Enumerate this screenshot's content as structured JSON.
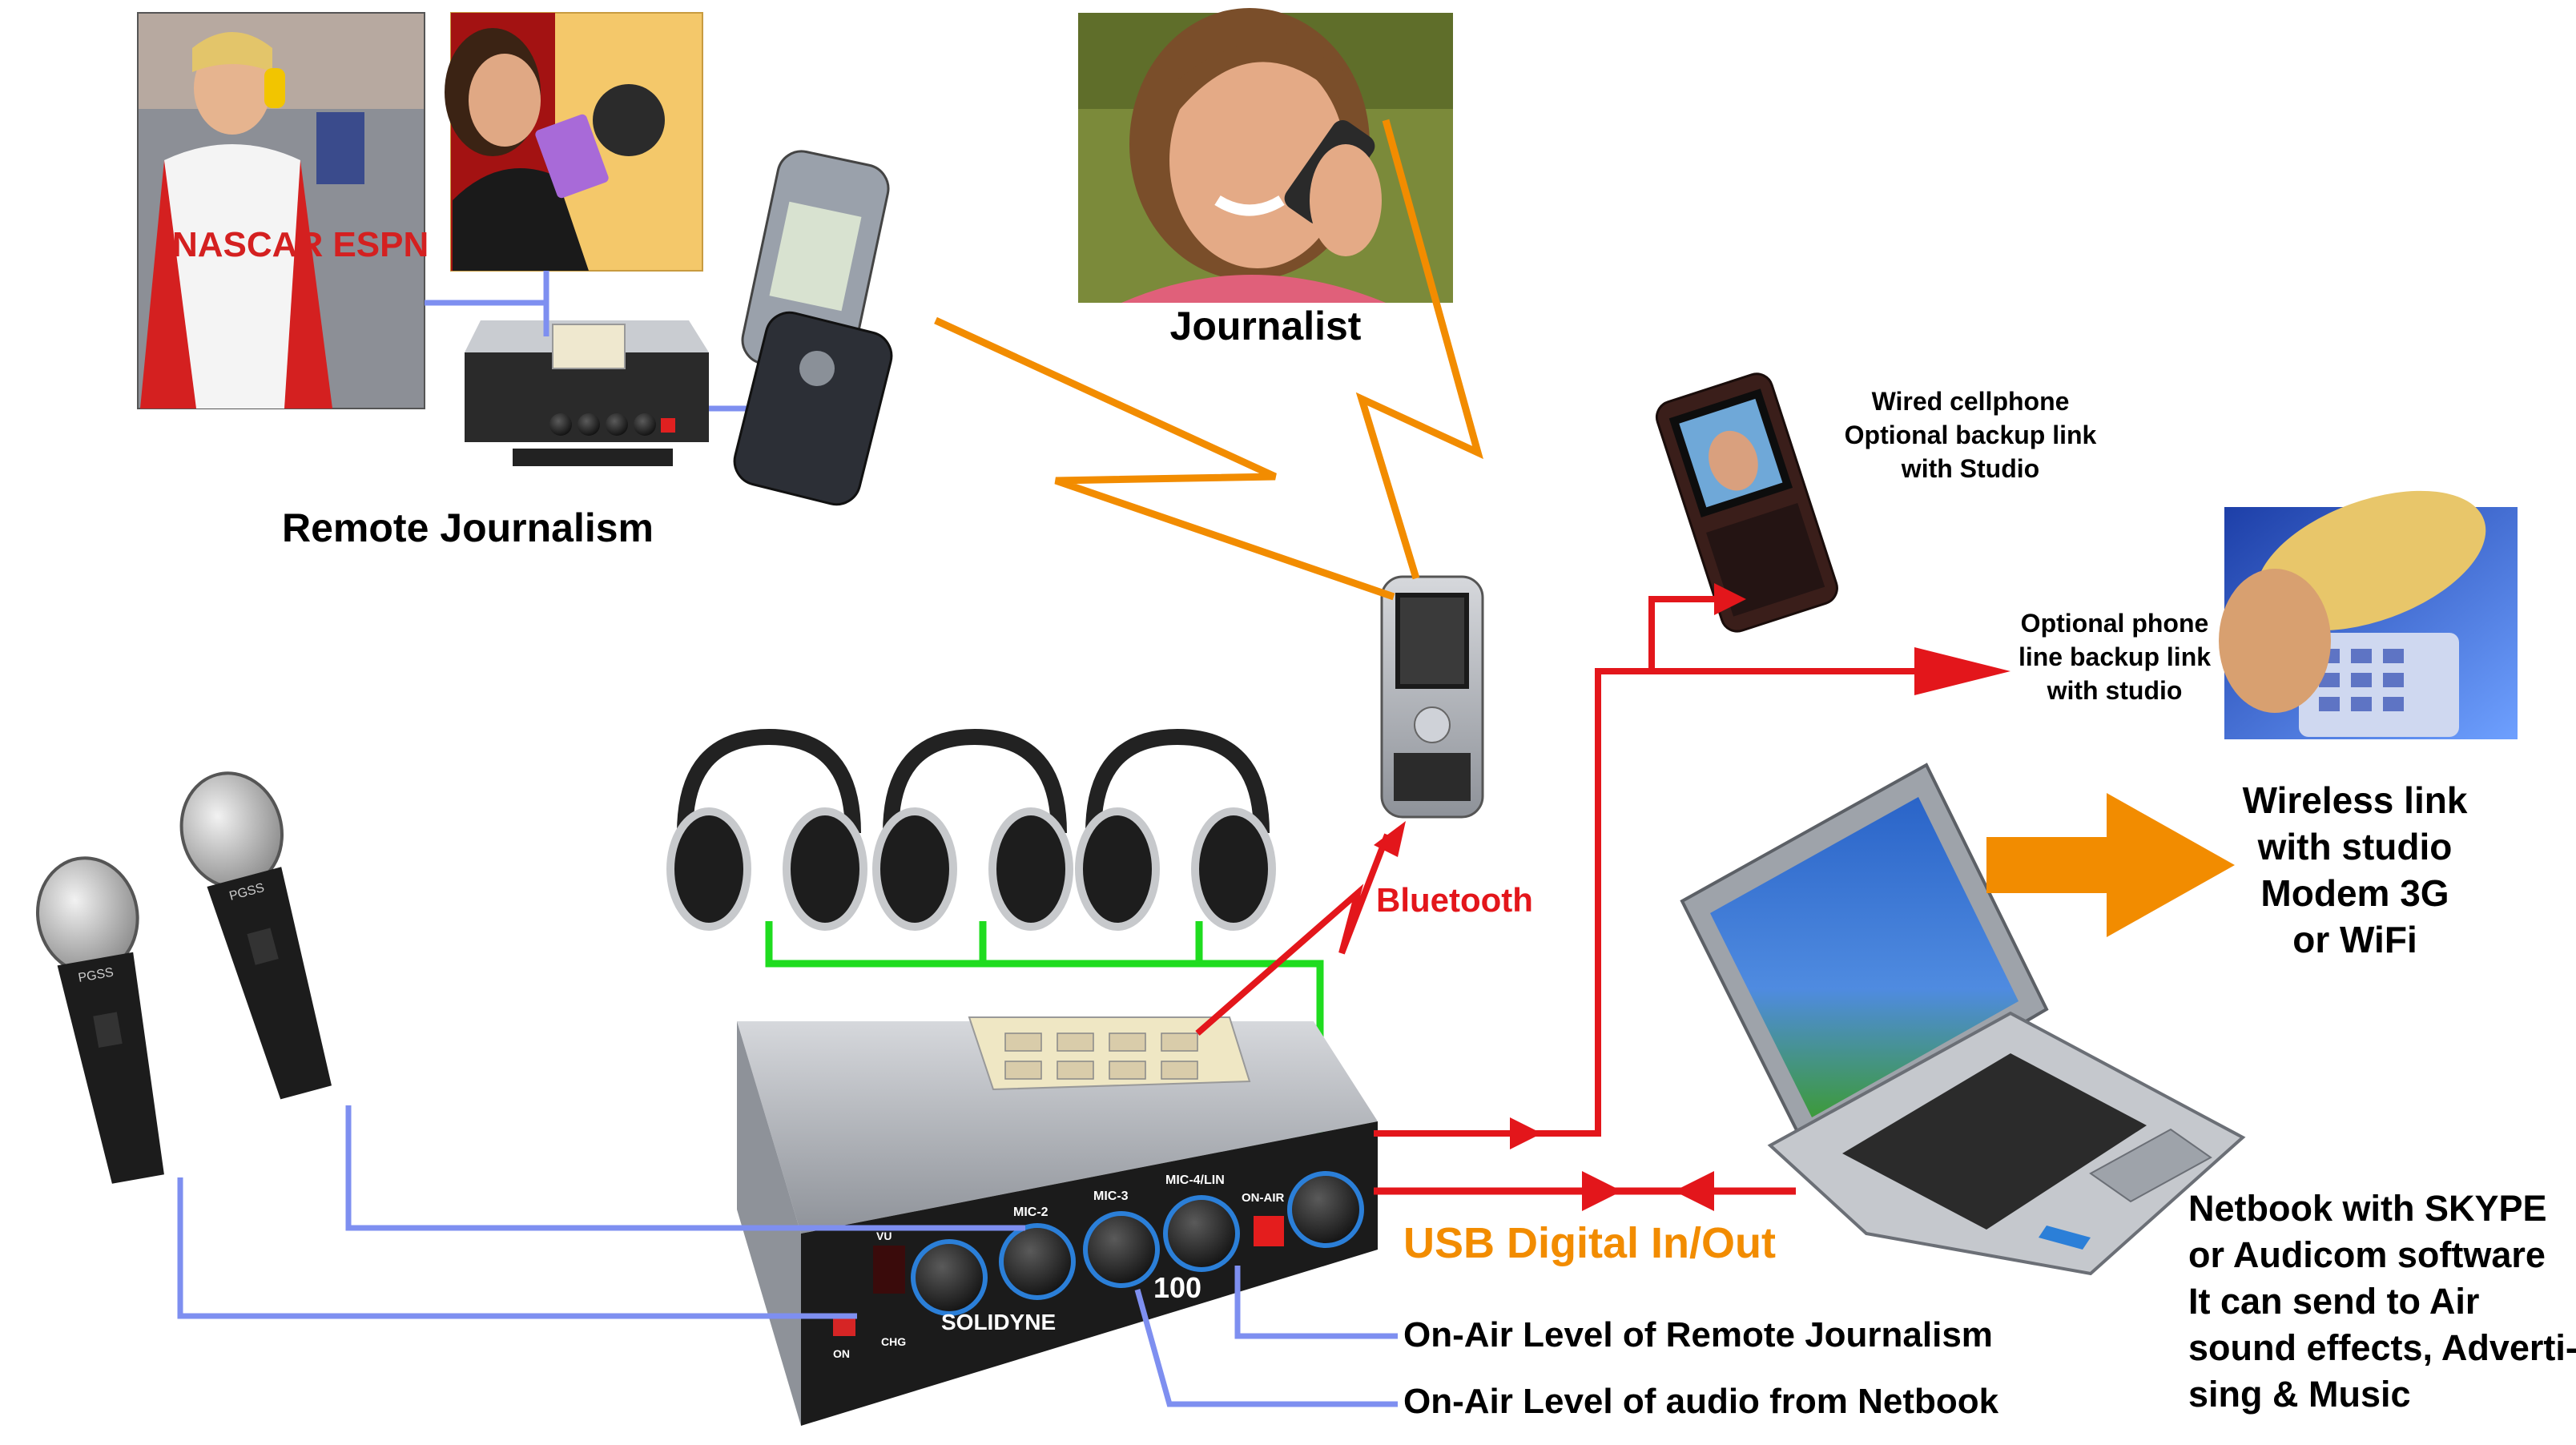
{
  "labels": {
    "journalist": "Journalist",
    "remote_journalism": "Remote Journalism",
    "wired_cellphone": [
      "Wired cellphone",
      "Optional backup link",
      "with Studio"
    ],
    "phone_line": [
      "Optional phone",
      "line backup link",
      "with studio"
    ],
    "wireless_link": [
      "Wireless link",
      "with studio",
      "Modem 3G",
      "or WiFi"
    ],
    "bluetooth": "Bluetooth",
    "usb": "USB Digital In/Out",
    "netbook": [
      "Netbook with SKYPE",
      "or Audicom software",
      "It can send to Air",
      "sound effects, Adverti-",
      "sing & Music"
    ],
    "onair_remote": "On-Air Level of Remote Journalism",
    "onair_netbook": "On-Air Level of audio from Netbook"
  },
  "mixer_labels": {
    "mic2": "MIC-2",
    "mic3": "MIC-3",
    "mic4": "MIC-4/LIN",
    "onair": "ON-AIR",
    "vu": "VU",
    "on": "ON",
    "chg": "CHG",
    "model": "100",
    "brand": "SOLIDYNE"
  },
  "device_text": {
    "mic_model": "PGSS",
    "racer_suit": "NASCAR ESPN"
  },
  "colors": {
    "orange_link": "#f28c00",
    "red_link": "#e3161b",
    "green_link": "#1fdc1f",
    "blue_link": "#7e8ff0",
    "usb_text": "#f28c00"
  }
}
